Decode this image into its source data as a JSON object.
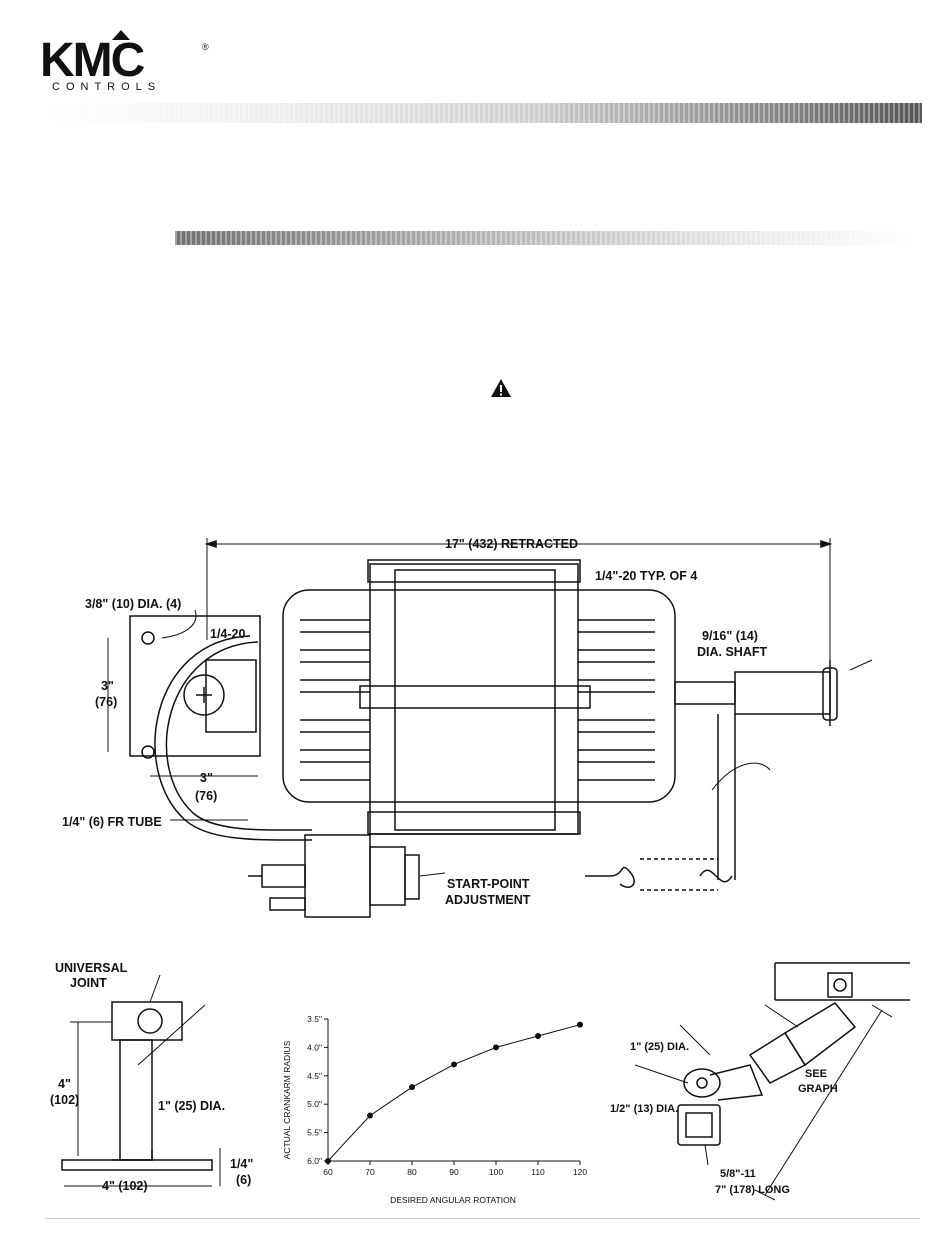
{
  "brand": {
    "name": "KMC",
    "sub": "CONTROLS",
    "reg": "®"
  },
  "main_diagram": {
    "dim_length": "17\" (432) RETRACTED",
    "bolt_note": "1/4\"-20 TYP. OF 4",
    "hole_dia": "3/8\" (10) DIA. (4)",
    "thread": "1/4-20",
    "vert_dim": "3\"",
    "vert_dim_mm": "(76)",
    "horiz_dim": "3\"",
    "horiz_dim_mm": "(76)",
    "shaft_line1": "9/16\" (14)",
    "shaft_line2": "DIA. SHAFT",
    "tube": "1/4\" (6) FR TUBE",
    "start_line1": "START-POINT",
    "start_line2": "ADJUSTMENT"
  },
  "joint_diagram": {
    "label_line1": "UNIVERSAL",
    "label_line2": "JOINT",
    "height": "4\"",
    "height_mm": "(102)",
    "dia": "1\" (25) DIA.",
    "width": "4\" (102)",
    "thick": "1/4\"",
    "thick_mm": "(6)"
  },
  "crank_diagram": {
    "dia1": "1\" (25) DIA.",
    "dia2": "1/2\" (13) DIA.",
    "see_line1": "SEE",
    "see_line2": "GRAPH",
    "bolt_line1": "5/8\"-11",
    "bolt_line2": "7\" (178) LONG"
  },
  "chart_data": {
    "type": "line",
    "xlabel": "DESIRED ANGULAR ROTATION",
    "ylabel": "ACTUAL CRANKARM RADIUS",
    "x": [
      60,
      70,
      80,
      90,
      100,
      110,
      120
    ],
    "y": [
      6.0,
      5.2,
      4.7,
      4.3,
      4.0,
      3.8,
      3.6
    ],
    "xticks": [
      "60",
      "70",
      "80",
      "90",
      "100",
      "110",
      "120"
    ],
    "yticks": [
      "3.5\"",
      "4.0\"",
      "4.5\"",
      "5.0\"",
      "5.5\"",
      "6.0\""
    ],
    "xlim": [
      60,
      120
    ],
    "ylim": [
      3.5,
      6.0
    ],
    "y_inverted": true,
    "grid": false
  }
}
